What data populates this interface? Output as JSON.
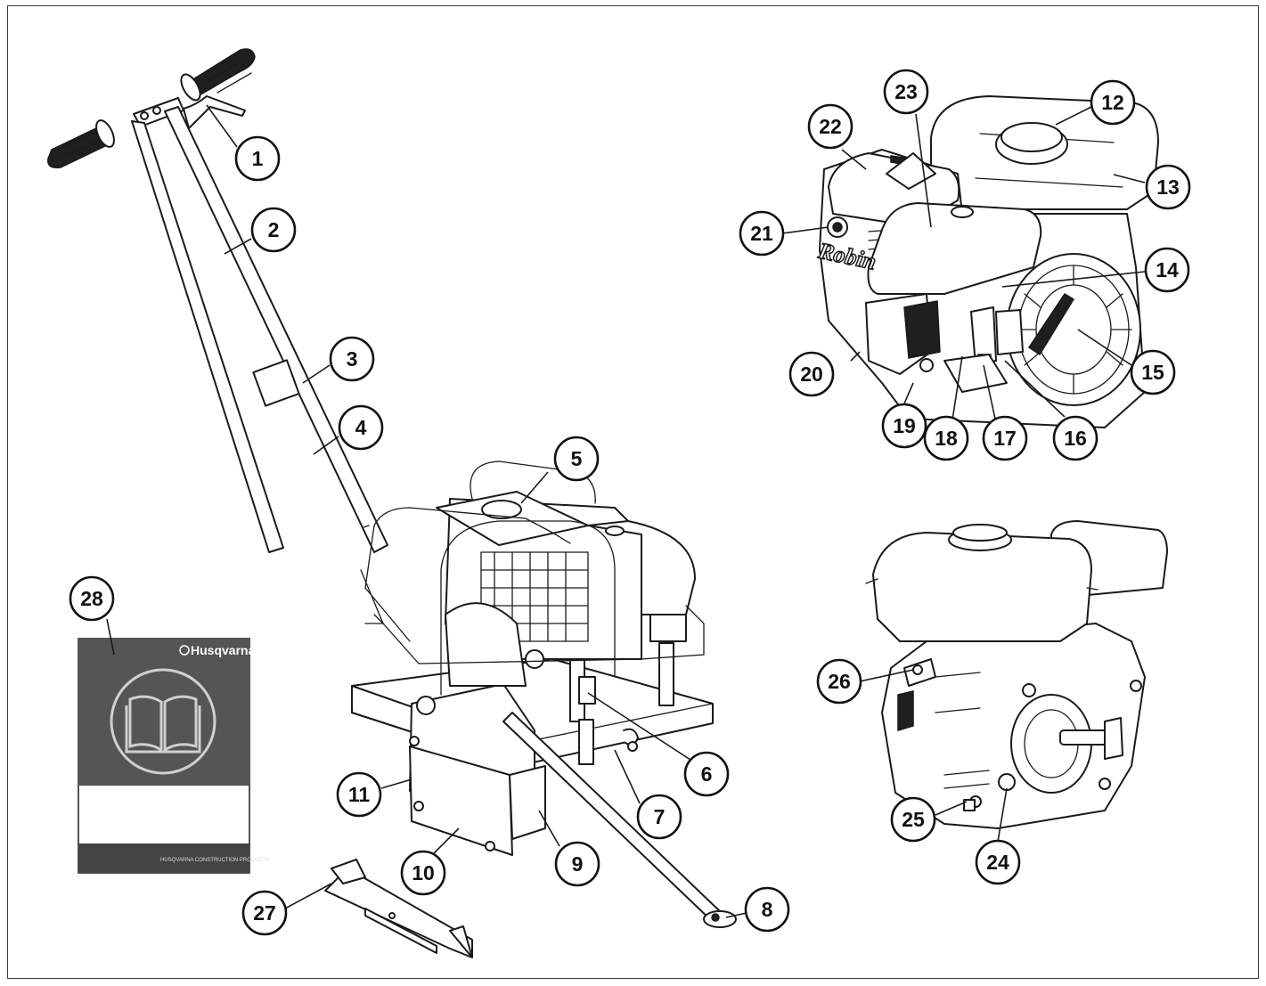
{
  "manual": {
    "brand": "Husqvarna",
    "footer": "HUSQVARNA CONSTRUCTION PRODUCTS"
  },
  "engine_brand": "Robin",
  "callouts": {
    "c1": "1",
    "c2": "2",
    "c3": "3",
    "c4": "4",
    "c5": "5",
    "c6": "6",
    "c7": "7",
    "c8": "8",
    "c9": "9",
    "c10": "10",
    "c11": "11",
    "c12": "12",
    "c13": "13",
    "c14": "14",
    "c15": "15",
    "c16": "16",
    "c17": "17",
    "c18": "18",
    "c19": "19",
    "c20": "20",
    "c21": "21",
    "c22": "22",
    "c23": "23",
    "c24": "24",
    "c25": "25",
    "c26": "26",
    "c27": "27",
    "c28": "28"
  },
  "icons": {
    "manual": "open-book-icon",
    "brand": "husqvarna-logo-icon"
  },
  "colors": {
    "manual_cover": "#555555",
    "manual_footer": "#444444",
    "line": "#1a1a1a"
  }
}
